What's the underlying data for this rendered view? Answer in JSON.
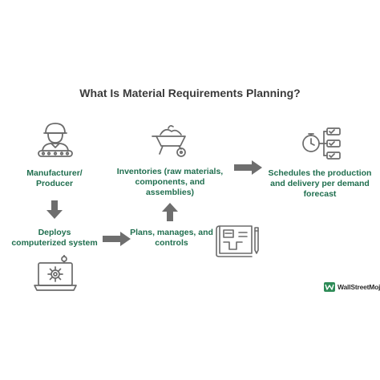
{
  "title": "What Is Material Requirements Planning?",
  "steps": [
    {
      "label": "Manufacturer/\nProducer",
      "icon": "manufacturer-worker-icon"
    },
    {
      "label": "Deploys\ncomputerized system",
      "icon": "computer-gear-icon"
    },
    {
      "label": "Plans, manages, and\ncontrols",
      "icon": "blueprint-plan-icon"
    },
    {
      "label": "Inventories (raw materials,\ncomponents, and\nassemblies)",
      "icon": "wheelbarrow-inventory-icon"
    },
    {
      "label": "Schedules the production\nand delivery per demand\nforecast",
      "icon": "schedule-clock-icon"
    }
  ],
  "brand": {
    "name": "WallStreetMojo",
    "icon": "brand-logo-icon"
  },
  "colors": {
    "label": "#1f6e4e",
    "title": "#3a3a3a",
    "arrow": "#6e6e6e",
    "icon": "#6b6b6b",
    "brand_green": "#2e8b57"
  }
}
